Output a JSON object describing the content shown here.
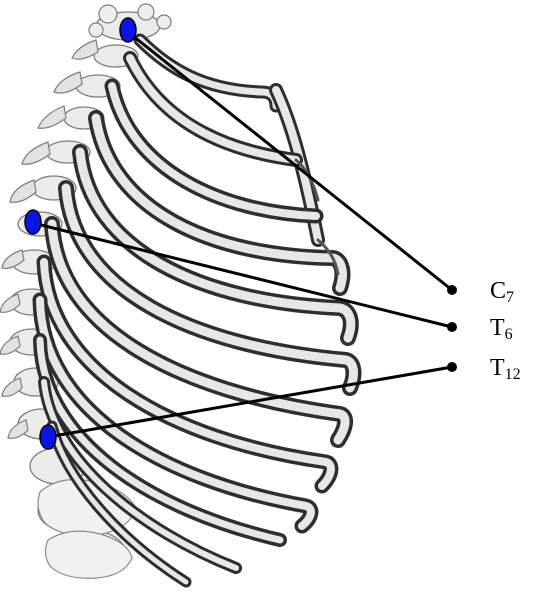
{
  "landmarks": [
    {
      "id": "c7",
      "letter": "C",
      "number": "7"
    },
    {
      "id": "t6",
      "letter": "T",
      "number": "6"
    },
    {
      "id": "t12",
      "letter": "T",
      "number": "12"
    }
  ],
  "colors": {
    "marker_fill": "#0a14e6",
    "marker_stroke": "#000000",
    "leader_line": "#000000",
    "bone_fill": "#e7e7e4",
    "bone_shade": "#7d7d7a",
    "bone_dark": "#2e2e2c",
    "background": "#ffffff"
  },
  "icons": {
    "skeleton": "ribcage-illustration-icon",
    "marker": "vertebra-marker-dot",
    "bullet": "bullet-dot"
  }
}
